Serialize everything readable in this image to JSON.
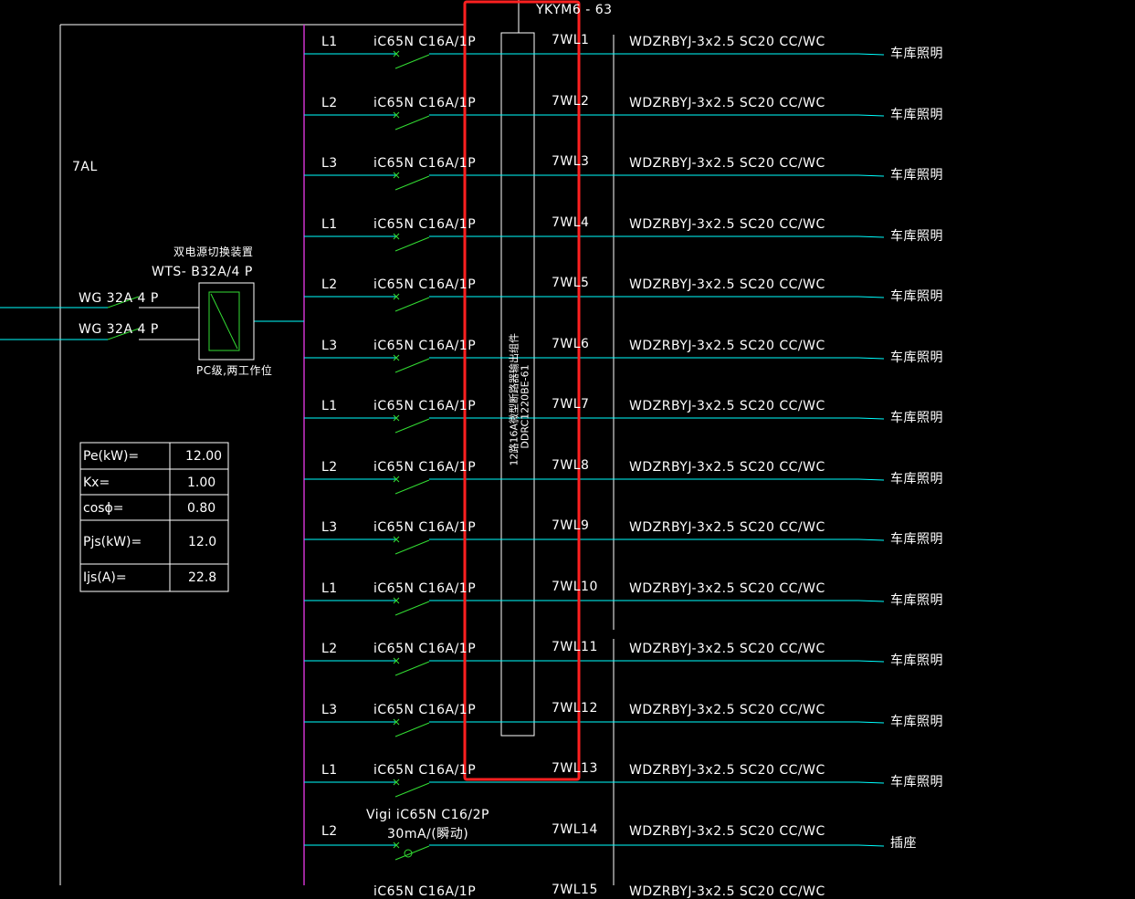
{
  "panel": {
    "name": "7AL",
    "incoming_top_label": "YKYM6 - 63",
    "bus_device_label_line1": "12路16A微型断路器输出组件",
    "bus_device_label_line2": "DDRC1220BE-61"
  },
  "ats": {
    "title": "双电源切换装置",
    "model": "WTS- B32A/4 P",
    "note": "PC级,两工作位",
    "inputs": [
      "WG 32A 4 P",
      "WG 32A 4 P"
    ]
  },
  "load_table": {
    "rows": [
      {
        "label": "Pe(kW)=",
        "value": "12.00",
        "highlight": false
      },
      {
        "label": "Kx=",
        "value": "1.00",
        "highlight": false
      },
      {
        "label": "cosϕ=",
        "value": "0.80",
        "highlight": false
      },
      {
        "label": "Pjs(kW)=",
        "value": "12.0",
        "highlight": true
      },
      {
        "label": "Ijs(A)=",
        "value": "22.8",
        "highlight": true
      }
    ]
  },
  "circuits": [
    {
      "phase": "L1",
      "breaker": "iC65N  C16A/1P",
      "id": "7WL1",
      "cable": "WDZRBYJ-3x2.5  SC20  CC/WC",
      "load": "车库照明"
    },
    {
      "phase": "L2",
      "breaker": "iC65N  C16A/1P",
      "id": "7WL2",
      "cable": "WDZRBYJ-3x2.5  SC20  CC/WC",
      "load": "车库照明"
    },
    {
      "phase": "L3",
      "breaker": "iC65N  C16A/1P",
      "id": "7WL3",
      "cable": "WDZRBYJ-3x2.5  SC20  CC/WC",
      "load": "车库照明"
    },
    {
      "phase": "L1",
      "breaker": "iC65N  C16A/1P",
      "id": "7WL4",
      "cable": "WDZRBYJ-3x2.5  SC20  CC/WC",
      "load": "车库照明"
    },
    {
      "phase": "L2",
      "breaker": "iC65N  C16A/1P",
      "id": "7WL5",
      "cable": "WDZRBYJ-3x2.5  SC20  CC/WC",
      "load": "车库照明"
    },
    {
      "phase": "L3",
      "breaker": "iC65N  C16A/1P",
      "id": "7WL6",
      "cable": "WDZRBYJ-3x2.5  SC20  CC/WC",
      "load": "车库照明"
    },
    {
      "phase": "L1",
      "breaker": "iC65N  C16A/1P",
      "id": "7WL7",
      "cable": "WDZRBYJ-3x2.5  SC20  CC/WC",
      "load": "车库照明"
    },
    {
      "phase": "L2",
      "breaker": "iC65N  C16A/1P",
      "id": "7WL8",
      "cable": "WDZRBYJ-3x2.5  SC20  CC/WC",
      "load": "车库照明"
    },
    {
      "phase": "L3",
      "breaker": "iC65N  C16A/1P",
      "id": "7WL9",
      "cable": "WDZRBYJ-3x2.5  SC20  CC/WC",
      "load": "车库照明"
    },
    {
      "phase": "L1",
      "breaker": "iC65N  C16A/1P",
      "id": "7WL10",
      "cable": "WDZRBYJ-3x2.5  SC20  CC/WC",
      "load": "车库照明"
    },
    {
      "phase": "L2",
      "breaker": "iC65N  C16A/1P",
      "id": "7WL11",
      "cable": "WDZRBYJ-3x2.5  SC20  CC/WC",
      "load": "车库照明"
    },
    {
      "phase": "L3",
      "breaker": "iC65N  C16A/1P",
      "id": "7WL12",
      "cable": "WDZRBYJ-3x2.5  SC20  CC/WC",
      "load": "车库照明"
    },
    {
      "phase": "L1",
      "breaker": "iC65N  C16A/1P",
      "id": "7WL13",
      "cable": "WDZRBYJ-3x2.5  SC20  CC/WC",
      "load": "车库照明"
    },
    {
      "phase": "L2",
      "breaker": "Vigi iC65N  C16/2P",
      "breaker_line2": "30mA/(瞬动)",
      "id": "7WL14",
      "cable": "WDZRBYJ-3x2.5  SC20  CC/WC",
      "load": "插座"
    }
  ],
  "partial_bottom_row": {
    "breaker": "iC65N  C16A/1P",
    "id": "7WL15",
    "cable": "WDZRBYJ-3x2.5  SC20  CC/WC"
  },
  "colors": {
    "background": "#000000",
    "frame": "#ffffff",
    "feeder_line": "#00ffff",
    "busbar": "#cc33cc",
    "switch": "#33dd33",
    "highlight_box": "#ff2020",
    "magenta_text": "#ff33ff"
  }
}
